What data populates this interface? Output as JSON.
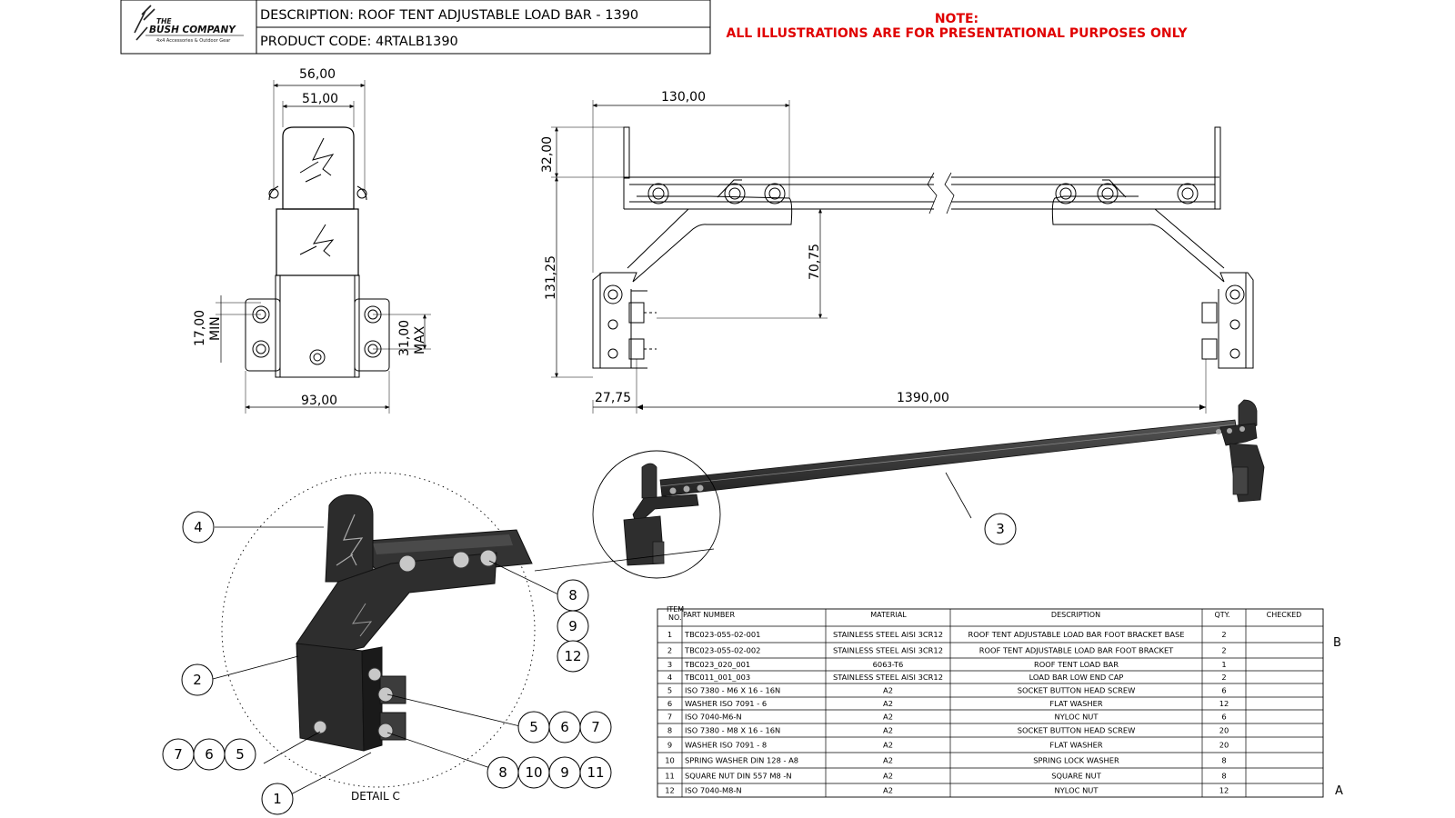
{
  "title_block": {
    "logo_line1": "THE",
    "logo_line2": "BUSH COMPANY",
    "logo_tagline": "4x4 Accessories & Outdoor Gear",
    "description": "DESCRIPTION: ROOF TENT ADJUSTABLE LOAD BAR - 1390",
    "product_code": "PRODUCT CODE: 4RTALB1390"
  },
  "note": {
    "heading": "NOTE:",
    "text": "ALL ILLUSTRATIONS ARE FOR PRESENTATIONAL PURPOSES ONLY"
  },
  "dimensions": {
    "end_view": {
      "width_outer": "56,00",
      "width_inner": "51,00",
      "slot_min": "17,00",
      "slot_min_label": "MIN",
      "slot_max": "31,00",
      "slot_max_label": "MAX",
      "base_width": "93,00"
    },
    "front_view": {
      "end_length": "130,00",
      "cap_height": "32,00",
      "total_height": "131,25",
      "bar_clearance": "70,75",
      "foot_offset": "27,75",
      "span": "1390,00"
    }
  },
  "detail_label": "DETAIL C",
  "callouts": {
    "c1": "1",
    "c2": "2",
    "c3": "3",
    "c4": "4",
    "c5a": "5",
    "c5b": "5",
    "c6a": "6",
    "c6b": "6",
    "c7a": "7",
    "c7b": "7",
    "c8a": "8",
    "c8b": "8",
    "c9a": "9",
    "c9b": "9",
    "c10": "10",
    "c11": "11",
    "c12": "12"
  },
  "zones": {
    "b": "B",
    "a": "A"
  },
  "bom": {
    "headers": {
      "item_line1": "ITEM",
      "item_line2": "NO.",
      "part_number": "PART NUMBER",
      "material": "MATERIAL",
      "description": "DESCRIPTION",
      "qty": "QTY.",
      "checked": "CHECKED"
    },
    "rows": [
      {
        "item": "1",
        "part": "TBC023-055-02-001",
        "material": "STAINLESS STEEL AISI 3CR12",
        "description": "ROOF TENT ADJUSTABLE LOAD BAR FOOT BRACKET BASE",
        "qty": "2"
      },
      {
        "item": "2",
        "part": "TBC023-055-02-002",
        "material": "STAINLESS STEEL AISI 3CR12",
        "description": "ROOF TENT ADJUSTABLE LOAD BAR FOOT BRACKET",
        "qty": "2"
      },
      {
        "item": "3",
        "part": "TBC023_020_001",
        "material": "6063-T6",
        "description": "ROOF TENT LOAD BAR",
        "qty": "1"
      },
      {
        "item": "4",
        "part": "TBC011_001_003",
        "material": "STAINLESS STEEL AISI 3CR12",
        "description": "LOAD BAR LOW END CAP",
        "qty": "2"
      },
      {
        "item": "5",
        "part": "ISO 7380 - M6 X 16 - 16N",
        "material": "A2",
        "description": "SOCKET BUTTON HEAD SCREW",
        "qty": "6"
      },
      {
        "item": "6",
        "part": "WASHER ISO 7091 - 6",
        "material": "A2",
        "description": "FLAT WASHER",
        "qty": "12"
      },
      {
        "item": "7",
        "part": "ISO 7040-M6-N",
        "material": "A2",
        "description": "NYLOC NUT",
        "qty": "6"
      },
      {
        "item": "8",
        "part": "ISO 7380 - M8 X 16 - 16N",
        "material": "A2",
        "description": "SOCKET BUTTON HEAD SCREW",
        "qty": "20"
      },
      {
        "item": "9",
        "part": "WASHER ISO 7091 - 8",
        "material": "A2",
        "description": "FLAT WASHER",
        "qty": "20"
      },
      {
        "item": "10",
        "part": "SPRING WASHER DIN 128 - A8",
        "material": "A2",
        "description": "SPRING LOCK WASHER",
        "qty": "8"
      },
      {
        "item": "11",
        "part": "SQUARE NUT DIN 557 M8 -N",
        "material": "A2",
        "description": "SQUARE NUT",
        "qty": "8"
      },
      {
        "item": "12",
        "part": "ISO 7040-M8-N",
        "material": "A2",
        "description": "NYLOC NUT",
        "qty": "12"
      }
    ]
  }
}
